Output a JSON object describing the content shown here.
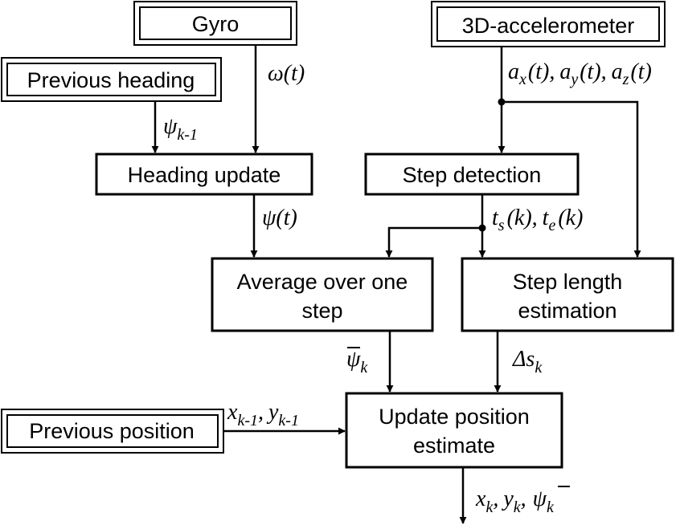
{
  "nodes": {
    "gyro": "Gyro",
    "accelerometer": "3D-accelerometer",
    "previous_heading": "Previous heading",
    "heading_update": "Heading update",
    "step_detection": "Step detection",
    "average_line1": "Average over one",
    "average_line2": "step",
    "step_length_line1": "Step length",
    "step_length_line2": "estimation",
    "previous_position": "Previous position",
    "update_line1": "Update position",
    "update_line2": "estimate"
  },
  "labels": {
    "omega": "ω(t)",
    "psi": "ψ",
    "psi_k_minus_1_sub": "k-1",
    "psi_t": "ψ(t)",
    "accel_a": "a",
    "accel_x": "x",
    "accel_y": "y",
    "accel_z": "z",
    "accel_t": "(t)",
    "t": "t",
    "ts_sub": "s",
    "te_sub": "e",
    "k_paren": "(k)",
    "psi_bar": "ψ",
    "k": "k",
    "delta_s": "Δs",
    "x": "x",
    "y": "y",
    "prev_sub": "k-1",
    "comma": ","
  }
}
